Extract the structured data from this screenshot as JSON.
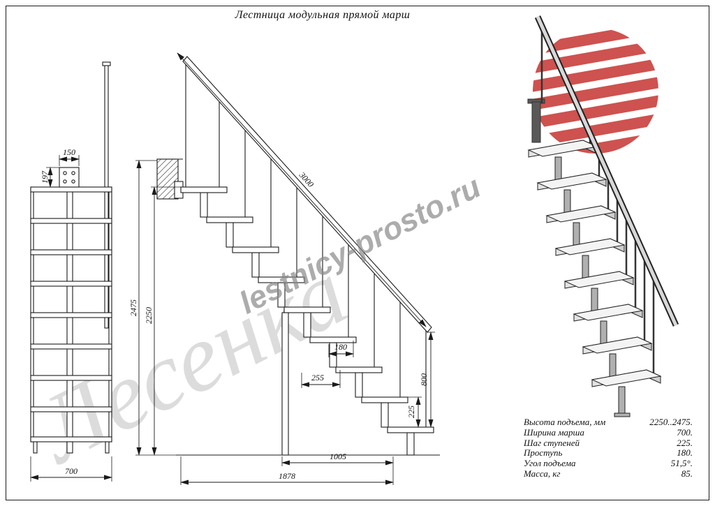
{
  "title": "Лестница модульная прямой марш",
  "watermarks": {
    "brand": "Лесенка",
    "site": "lestnicy-prosto.ru"
  },
  "colors": {
    "line": "#1a1a1a",
    "logo_red": "#c63431",
    "watermark_gray": "#8a8a8a"
  },
  "front_view": {
    "dim_bracket_width": "150",
    "dim_bracket_height": "197",
    "dim_width": "700"
  },
  "side_view": {
    "dim_stringer": "3000",
    "dim_height_total": "2475",
    "dim_height_clear": "2250",
    "dim_tread": "180",
    "dim_overhang": "255",
    "dim_rail_height": "800",
    "dim_rise": "225",
    "dim_run_lower": "1005",
    "dim_run_total": "1878"
  },
  "spec_table": {
    "rows": [
      {
        "label": "Высота подъема, мм",
        "value": "2250..2475."
      },
      {
        "label": "Ширина марша",
        "value": "700."
      },
      {
        "label": "Шаг ступеней",
        "value": "225."
      },
      {
        "label": "Проступь",
        "value": "180."
      },
      {
        "label": "Угол подъема",
        "value": "51,5°."
      },
      {
        "label": "Масса, кг",
        "value": "85."
      }
    ]
  }
}
